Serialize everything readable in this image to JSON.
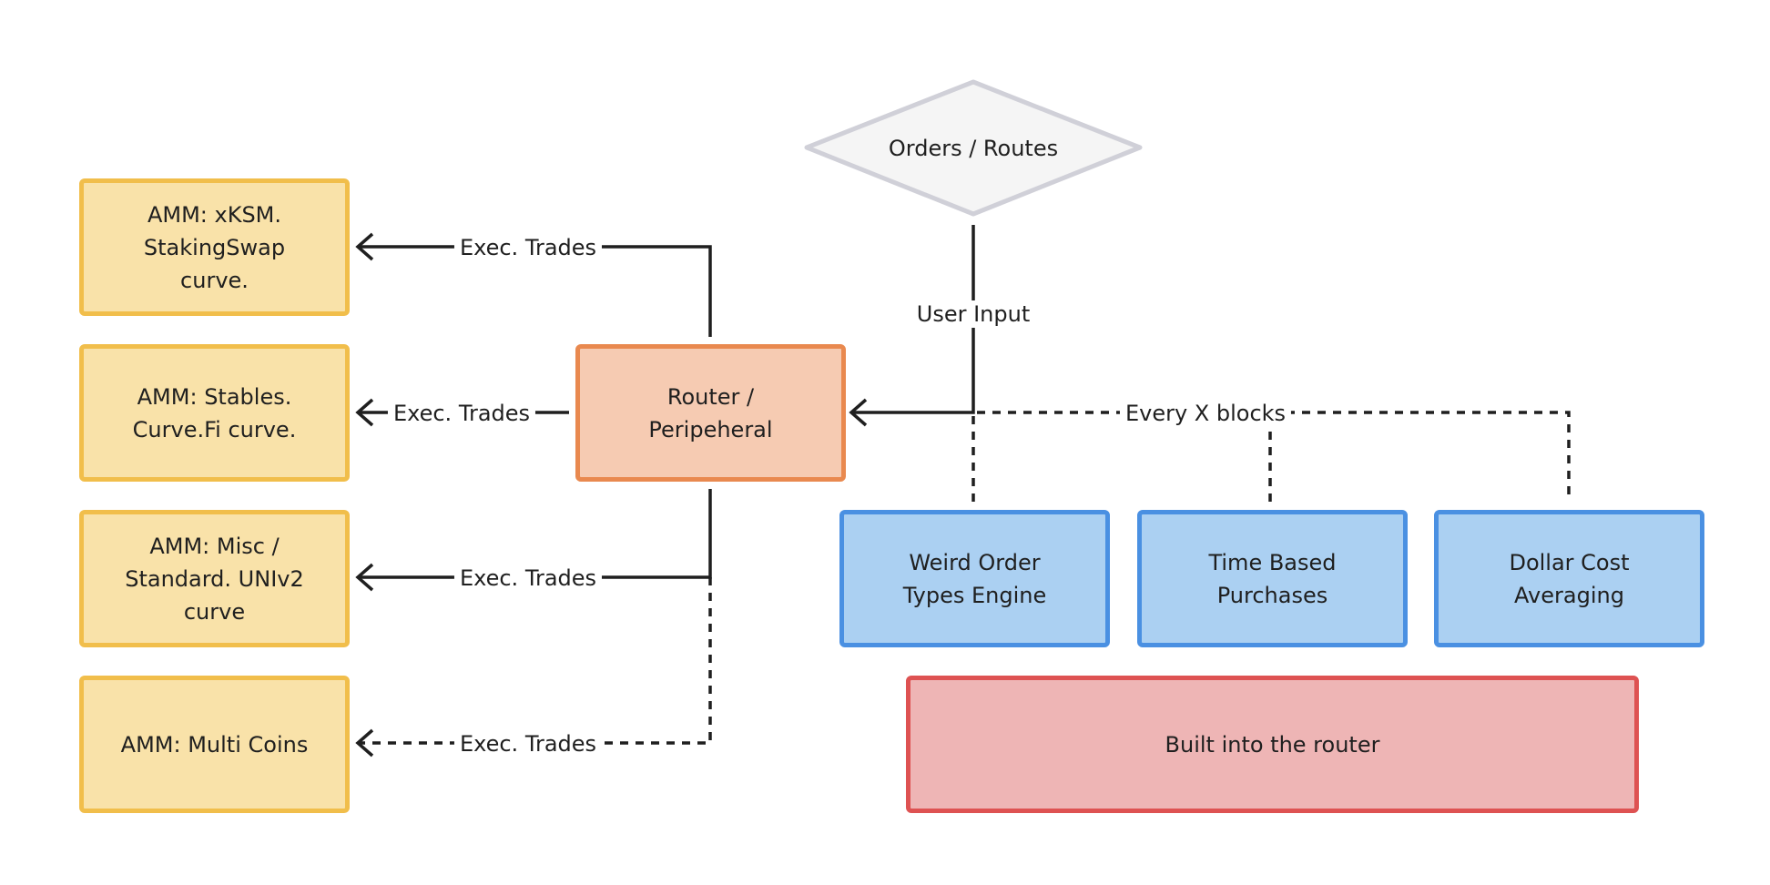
{
  "diagram": {
    "decision": {
      "label": "Orders / Routes"
    },
    "router": {
      "label": "Router /\nPeripeheral"
    },
    "amms": [
      {
        "label": "AMM: xKSM.\nStakingSwap\ncurve."
      },
      {
        "label": "AMM: Stables.\nCurve.Fi curve."
      },
      {
        "label": "AMM: Misc /\nStandard. UNIv2\ncurve"
      },
      {
        "label": "AMM: Multi Coins"
      }
    ],
    "engines": [
      {
        "label": "Weird Order\nTypes Engine"
      },
      {
        "label": "Time Based\nPurchases"
      },
      {
        "label": "Dollar Cost\nAveraging"
      }
    ],
    "builtin": {
      "label": "Built into the router"
    },
    "edges": {
      "trade_1": "Exec. Trades",
      "trade_2": "Exec. Trades",
      "trade_3": "Exec. Trades",
      "trade_4": "Exec. Trades",
      "user_input": "User Input",
      "every_x_blocks": "Every X blocks"
    },
    "colors": {
      "amm_fill": "#f9e2a9",
      "amm_stroke": "#f1be4b",
      "router_fill": "#f6cbb2",
      "router_stroke": "#e9894f",
      "engine_fill": "#abd0f2",
      "engine_stroke": "#4a90e2",
      "builtin_fill": "#eeb5b5",
      "builtin_stroke": "#de5252",
      "decision_fill": "#f5f5f5",
      "decision_stroke": "#d0d0d8",
      "edge": "#1f1f1f"
    }
  }
}
